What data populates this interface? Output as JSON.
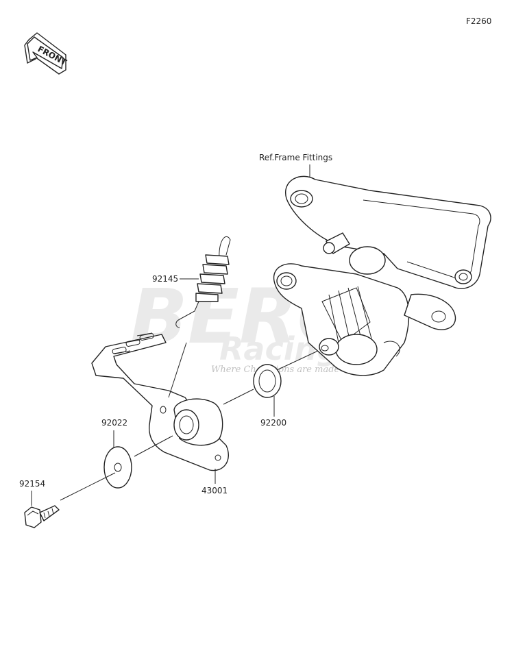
{
  "figure_code": "F2260",
  "front_badge": "FRONT",
  "reference": "Ref.Frame Fittings",
  "parts": [
    {
      "id": "92145",
      "name": "spring"
    },
    {
      "id": "92022",
      "name": "washer"
    },
    {
      "id": "92154",
      "name": "bolt"
    },
    {
      "id": "43001",
      "name": "brake-pedal"
    },
    {
      "id": "92200",
      "name": "washer"
    }
  ],
  "watermark": {
    "brand": "BERG",
    "sub": "Racing",
    "tagline": "Where Champions are made"
  }
}
